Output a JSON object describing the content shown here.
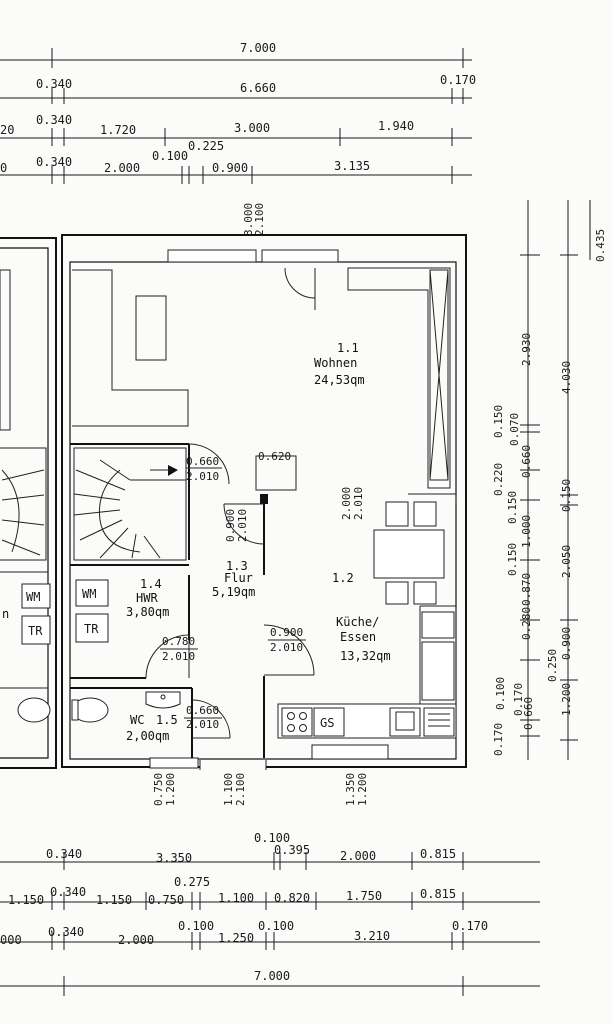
{
  "dims_top": {
    "r1": "7.000",
    "r2": [
      "0.340",
      "6.660",
      "0.170"
    ],
    "r3": [
      "20",
      "0.340",
      "1.720",
      "0.225",
      "3.000",
      "1.940"
    ],
    "r4": [
      "0",
      "0.340",
      "2.000",
      "0.100",
      "0.900",
      "3.135"
    ]
  },
  "dims_window": [
    "3.000",
    "2.100"
  ],
  "dims_bottom": {
    "b1": [
      "0.100",
      "0.340",
      "3.350",
      "0.395",
      "2.000",
      "0.815"
    ],
    "b2": [
      "1.150",
      "0.340",
      "1.150",
      "0.275",
      "0.750",
      "1.100",
      "0.820",
      "1.750",
      "0.815"
    ],
    "b3": [
      "000",
      "0.340",
      "2.000",
      "0.100",
      "1.250",
      "0.100",
      "3.210",
      "0.170"
    ],
    "b4": "7.000"
  },
  "dims_openings_bottom": [
    "0.750",
    "1.200",
    "1.100",
    "2.100",
    "1.350",
    "1.200"
  ],
  "dims_right": {
    "c1": [
      "2.930",
      "0.150",
      "0.070",
      "0.660",
      "0.220",
      "0.150",
      "1.000",
      "0.150",
      "0.870",
      "0.280",
      "0.250",
      "0.100",
      "0.170",
      "0.170",
      "0.660"
    ],
    "c2": [
      "4.030",
      "0.150",
      "2.050",
      "0.900",
      "1.200"
    ],
    "c3": [
      "0.435"
    ]
  },
  "doors": {
    "hwr_top": [
      "0.660",
      "2.010"
    ],
    "flur_top": "0.620",
    "flur_left": [
      "0.900",
      "2.010"
    ],
    "wohnen_mid": [
      "2.000",
      "2.010"
    ],
    "hwr_bottom": [
      "0.780",
      "2.010"
    ],
    "kueche_door": [
      "0.900",
      "2.010"
    ],
    "wc_door": [
      "0.660",
      "2.010"
    ]
  },
  "rooms": {
    "wohnen": [
      "1.1",
      "Wohnen",
      "24,53qm"
    ],
    "flur": [
      "1.3",
      "Flur",
      "5,19qm"
    ],
    "kueche_no": "1.2",
    "kueche": [
      "Küche/",
      "Essen",
      "13,32qm"
    ],
    "hwr": [
      "1.4",
      "HWR",
      "3,80qm"
    ],
    "wc": [
      "WC",
      "1.5",
      "2,00qm"
    ]
  },
  "appliances": {
    "wm": "WM",
    "tr": "TR",
    "gs": "GS",
    "neighbor_letter": "n"
  }
}
